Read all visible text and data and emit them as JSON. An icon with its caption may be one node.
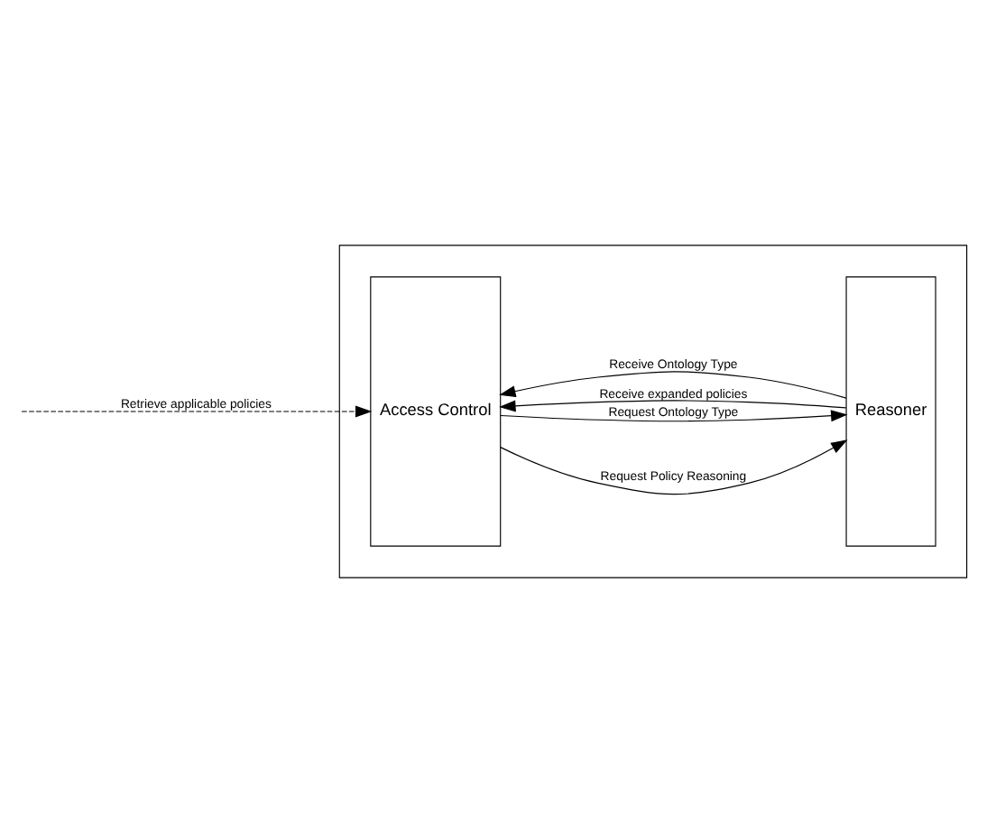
{
  "diagram": {
    "nodes": [
      {
        "text": [],
        "shape": "box"
      },
      {
        "text": [
          "Access Control"
        ],
        "in": 0
      },
      {
        "text": [
          "Reasoner"
        ],
        "in": 0
      }
    ],
    "edges": [
      {
        "from": null,
        "to": 1,
        "arrow": "to",
        "style": "dashed",
        "label": "Retrieve applicable policies"
      },
      {
        "from": 1,
        "to": 2,
        "arrow": "to",
        "label": "Request Policy Reasoning"
      },
      {
        "from": 2,
        "to": 1,
        "arrow": "to",
        "label": "Receive expanded policies"
      },
      {
        "from": 1,
        "to": 2,
        "arrow": "to",
        "label": "Request Ontology Type"
      },
      {
        "from": 2,
        "to": 1,
        "arrow": "to",
        "label": "Receive Ontology Type"
      }
    ]
  }
}
